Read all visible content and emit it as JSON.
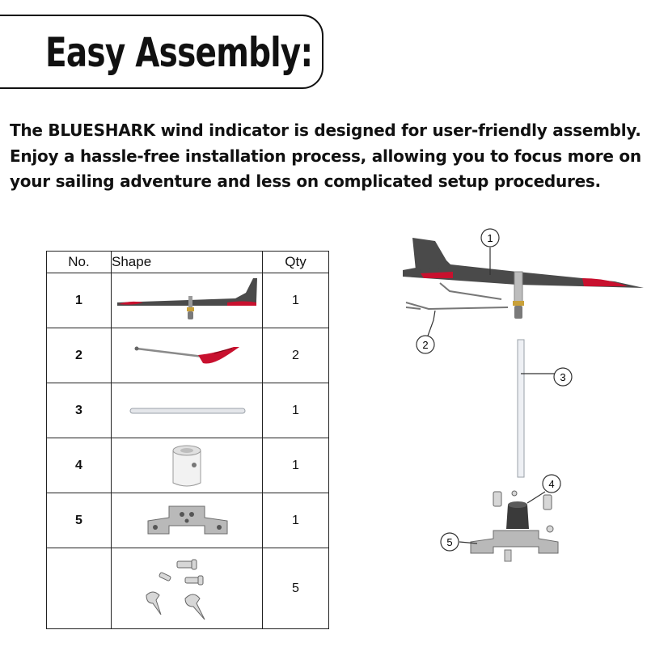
{
  "header": {
    "title": "Easy Assembly:"
  },
  "description": {
    "lines": [
      "The BLUESHARK wind indicator is designed for user-friendly assembly.",
      "Enjoy a hassle-free installation process, allowing you to focus more on",
      "your sailing adventure and less on complicated setup procedures."
    ]
  },
  "parts_table": {
    "headers": {
      "no": "No.",
      "shape": "Shape",
      "qty": "Qty"
    },
    "rows": [
      {
        "no": "1",
        "qty": "1"
      },
      {
        "no": "2",
        "qty": "2"
      },
      {
        "no": "3",
        "qty": "1"
      },
      {
        "no": "4",
        "qty": "1"
      },
      {
        "no": "5",
        "qty": "1"
      },
      {
        "no": "",
        "qty": "5"
      }
    ]
  },
  "diagram": {
    "callouts": [
      "1",
      "2",
      "3",
      "4",
      "5"
    ]
  },
  "colors": {
    "accent_red": "#c8102e",
    "carbon": "#4a4a4a",
    "metal": "#c4c4c4"
  }
}
